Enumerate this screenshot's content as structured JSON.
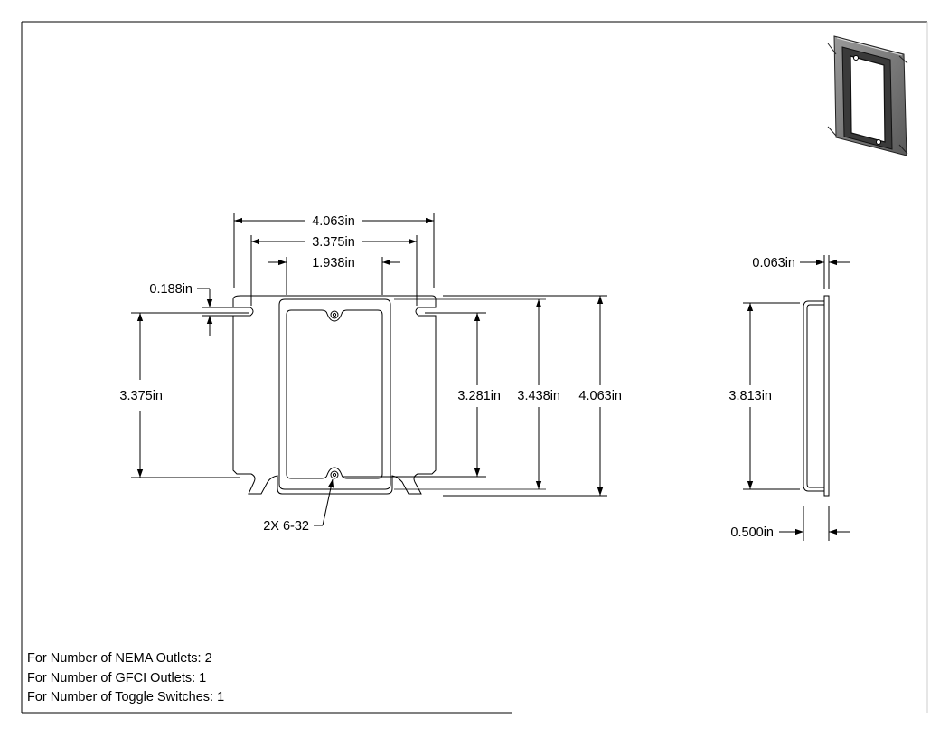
{
  "drawing": {
    "front_view": {
      "overall_width": "4.063in",
      "mounting_hole_spacing_width": "3.375in",
      "opening_width": "1.938in",
      "slot_width": "0.188in",
      "mounting_hole_spacing_height": "3.375in",
      "opening_height": "3.281in",
      "raised_height": "3.438in",
      "overall_height": "4.063in",
      "screw_callout": "2X 6-32"
    },
    "side_view": {
      "material_thickness": "0.063in",
      "raised_height": "3.813in",
      "raise_depth": "0.500in"
    }
  },
  "notes": [
    "For Number of NEMA Outlets: 2",
    "For Number of GFCI Outlets: 1",
    "For Number of Toggle Switches: 1"
  ],
  "colors": {
    "line": "#000000",
    "background": "#ffffff"
  }
}
